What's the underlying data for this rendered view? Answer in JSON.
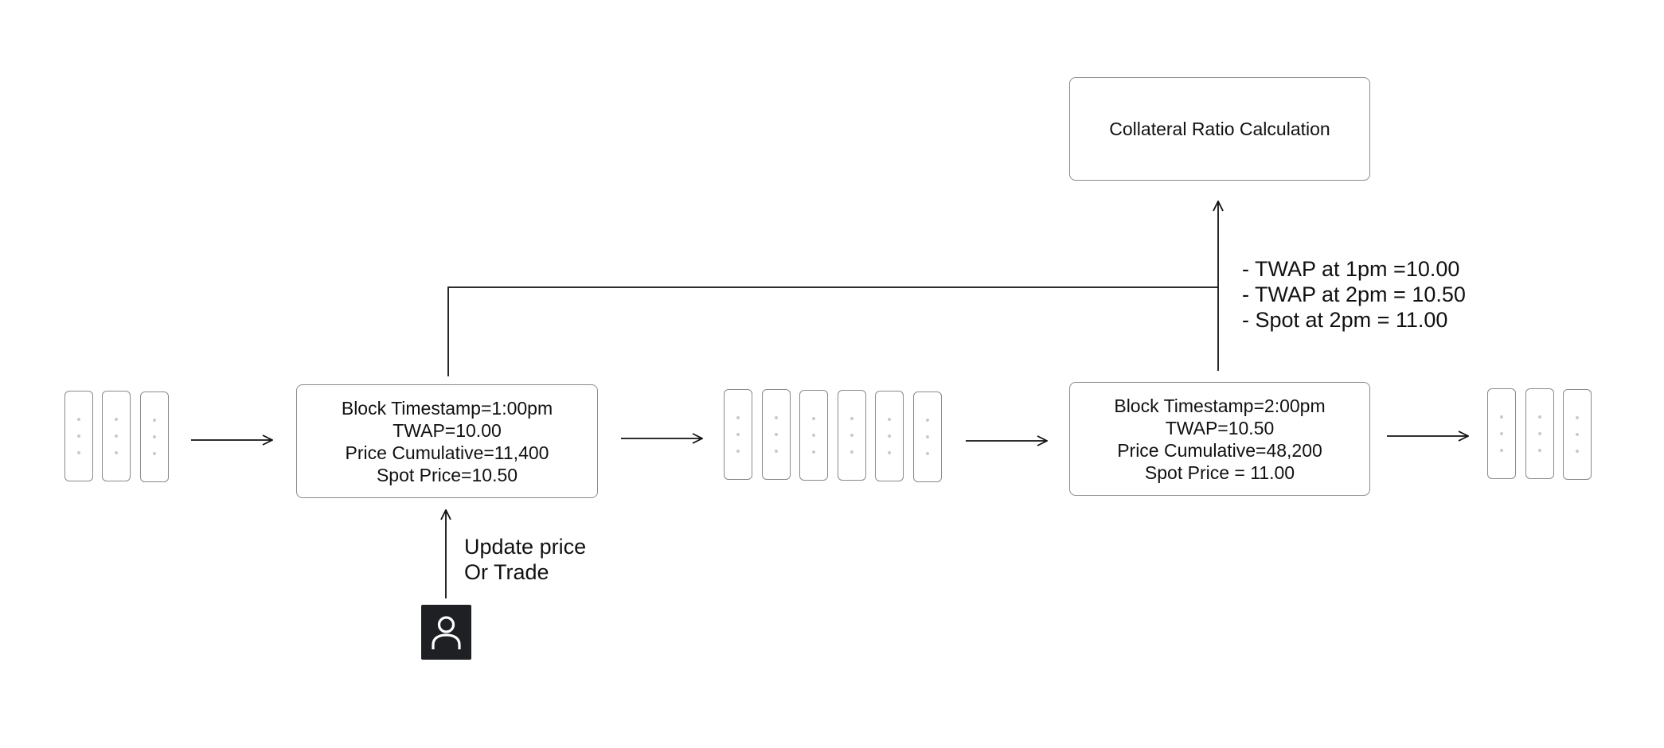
{
  "blocks": [
    {
      "timestamp": "Block Timestamp=1:00pm",
      "twap": "TWAP=10.00",
      "price_cumulative": "Price Cumulative=11,400",
      "spot_price": "Spot Price=10.50"
    },
    {
      "timestamp": "Block Timestamp=2:00pm",
      "twap": "TWAP=10.50",
      "price_cumulative": "Price Cumulative=48,200",
      "spot_price": "Spot Price = 11.00"
    }
  ],
  "target": {
    "label": "Collateral Ratio Calculation"
  },
  "inputs": {
    "lines": [
      "- TWAP at 1pm  =10.00",
      "- TWAP at 2pm = 10.50",
      "- Spot at 2pm  = 11.00"
    ]
  },
  "user_action": {
    "line1": "Update price",
    "line2": "Or Trade"
  },
  "icons": {
    "user": "user-icon"
  }
}
